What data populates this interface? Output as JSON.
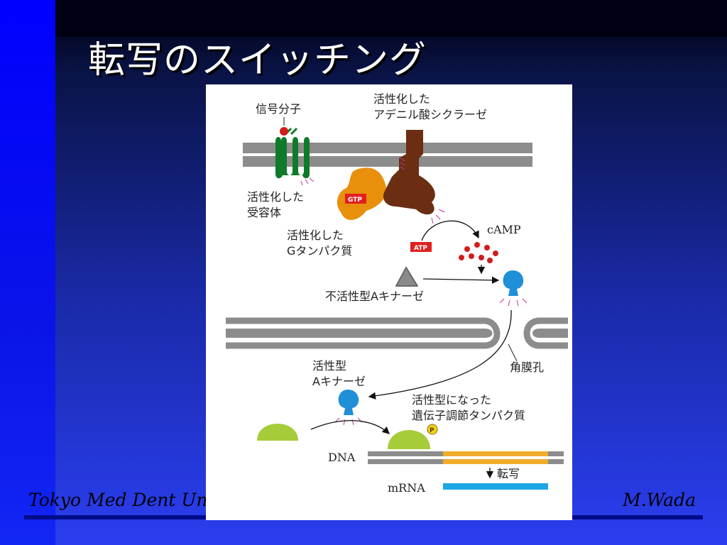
{
  "slide": {
    "title": "転写のスイッチング",
    "footer_left": "Tokyo Med Dent Univ",
    "footer_right": "M.Wada"
  },
  "diagram": {
    "signal_molecule": "信号分子",
    "activated_receptor_1": "活性化した",
    "activated_receptor_2": "受容体",
    "activated_ac_1": "活性化した",
    "activated_ac_2": "アデニル酸シクラーゼ",
    "activated_g_1": "活性化した",
    "activated_g_2": "Gタンパク質",
    "gtp": "GTP",
    "atp": "ATP",
    "camp": "cAMP",
    "inactive_kinase": "不活性型Aキナーゼ",
    "nuclear_pore": "角膜孔",
    "active_kinase_1": "活性型",
    "active_kinase_2": "Aキナーゼ",
    "activated_gene_protein_1": "活性型になった",
    "activated_gene_protein_2": "遺伝子調節タンパク質",
    "phosphate": "P",
    "dna": "DNA",
    "transcription": "転写",
    "mrna": "mRNA"
  },
  "colors": {
    "receptor": "#0f7a2a",
    "g_protein": "#e8900c",
    "adenylate_cyclase": "#6b2e12",
    "kinase": "#1f8fd8",
    "regulatory_protein": "#a6cc3a",
    "camp": "#d11c1c",
    "membrane": "#8c8c8c",
    "gene": "#f0ac2a",
    "mrna": "#1ea6e6",
    "badge": "#e02020"
  }
}
